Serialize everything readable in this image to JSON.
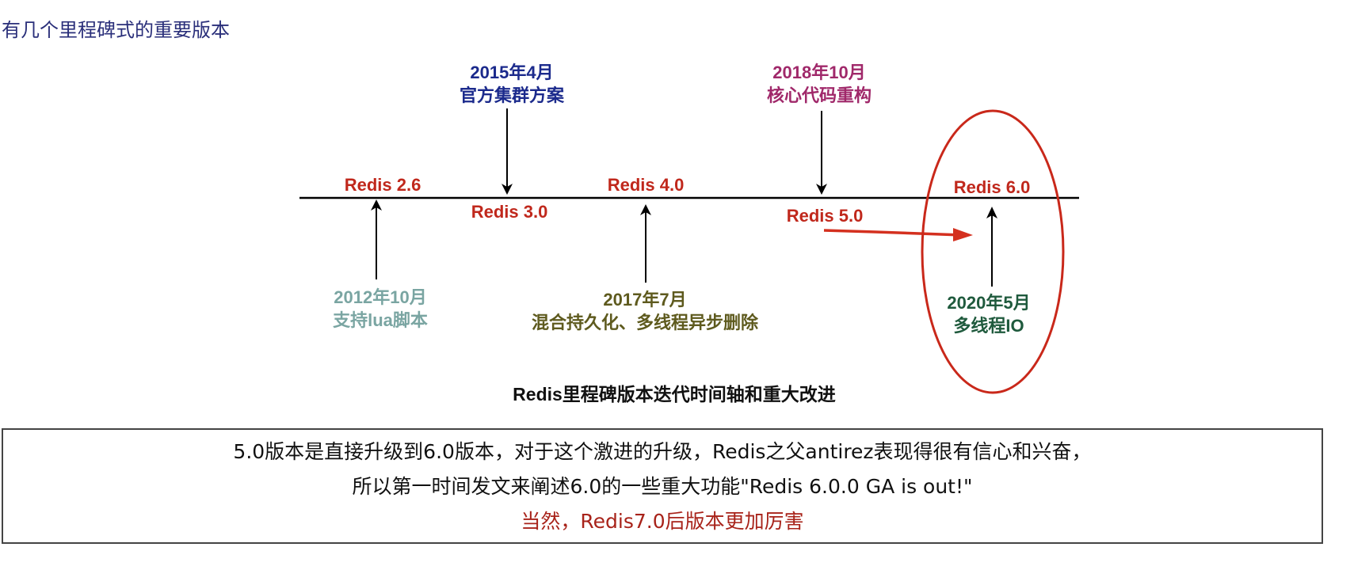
{
  "page": {
    "heading": "有几个里程碑式的重要版本"
  },
  "colors": {
    "version_label": "#c0281c",
    "note_2012": "#7aa5a2",
    "note_2015": "#1b2a8c",
    "note_2017": "#5e5a1e",
    "note_2018": "#a0286a",
    "note_2020": "#1f5a3d",
    "highlight_ellipse": "#c9281a",
    "axis": "#000000"
  },
  "timeline": {
    "title": "Redis里程碑版本迭代时间轴和重大改进",
    "versions": [
      {
        "label": "Redis 2.6",
        "position": "above"
      },
      {
        "label": "Redis 3.0",
        "position": "below"
      },
      {
        "label": "Redis 4.0",
        "position": "above"
      },
      {
        "label": "Redis 5.0",
        "position": "below"
      },
      {
        "label": "Redis 6.0",
        "position": "above"
      }
    ],
    "milestones": [
      {
        "date": "2012年10月",
        "feature": "支持lua脚本",
        "version": "Redis 2.6",
        "side": "below"
      },
      {
        "date": "2015年4月",
        "feature": "官方集群方案",
        "version": "Redis 3.0",
        "side": "above"
      },
      {
        "date": "2017年7月",
        "feature": "混合持久化、多线程异步删除",
        "version": "Redis 4.0",
        "side": "below"
      },
      {
        "date": "2018年10月",
        "feature": "核心代码重构",
        "version": "Redis 5.0",
        "side": "above"
      },
      {
        "date": "2020年5月",
        "feature": "多线程IO",
        "version": "Redis 6.0",
        "side": "below"
      }
    ],
    "highlight": "Redis 6.0"
  },
  "summary": {
    "line1": "5.0版本是直接升级到6.0版本，对于这个激进的升级，Redis之父antirez表现得很有信心和兴奋，",
    "line2": "所以第一时间发文来阐述6.0的一些重大功能\"Redis 6.0.0 GA is out!\"",
    "line3": "当然，Redis7.0后版本更加厉害"
  }
}
